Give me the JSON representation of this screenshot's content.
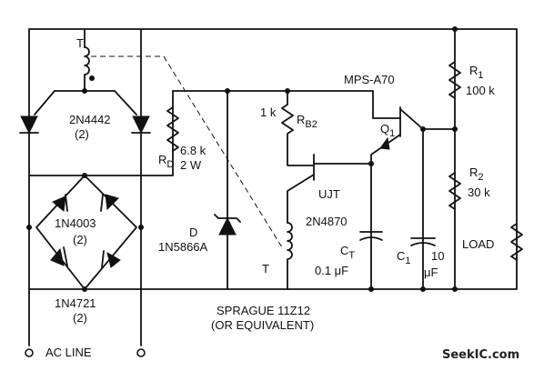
{
  "diagram": {
    "transformer_label": "T",
    "scr_label": "2N4442",
    "scr_qty": "(2)",
    "rd_value": "6.8 k",
    "rd_power": "2 W",
    "rd_label_main": "R",
    "rd_label_sub": "D",
    "bridge_label": "1N4003",
    "bridge_qty": "(2)",
    "bottom_diode_label": "1N4721",
    "bottom_diode_qty": "(2)",
    "zener_letter": "D",
    "zener_label": "1N5866A",
    "rb2_value": "1 k",
    "rb2_label_main": "R",
    "rb2_label_sub": "B2",
    "ujt_label": "UJT",
    "ujt_part": "2N4870",
    "pulse_transformer_label": "T",
    "transistor_part": "MPS-A70",
    "q1_label_main": "Q",
    "q1_label_sub": "1",
    "ct_label_main": "C",
    "ct_label_sub": "T",
    "ct_value": "0.1 μF",
    "c1_label_main": "C",
    "c1_label_sub": "1",
    "c1_value_num": "10",
    "c1_value_unit": "μF",
    "r1_label_main": "R",
    "r1_label_sub": "1",
    "r1_value": "100 k",
    "r2_label_main": "R",
    "r2_label_sub": "2",
    "r2_value": "30 k",
    "load_label": "LOAD",
    "sprague_line1": "SPRAGUE 11Z12",
    "sprague_line2": "(OR EQUIVALENT)",
    "ac_line_label": "AC LINE",
    "watermark": "SeekIC.com"
  }
}
